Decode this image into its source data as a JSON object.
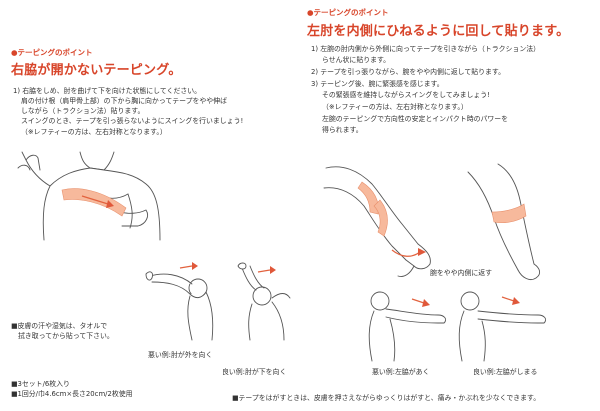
{
  "left": {
    "point_label": "●テーピングのポイント",
    "title": "右脇が開かないテーピング。",
    "steps": [
      "1) 右脇をしめ、肘を曲げて下を向けた状態にしてください。",
      "肩の付け根（肩甲骨上部）の下から胸に向かってテープをやや伸ば",
      "しながら（トラクション法）貼ります。",
      "スイングのとき、テープを引っ張らないようにスイングを行いましょう!",
      "（※レフティーの方は、左右対称となります。）"
    ],
    "bad_caption": "悪い例:肘が外を向く",
    "good_caption": "良い例:肘が下を向く",
    "notes": [
      "■皮膚の汗や湿気は、タオルで",
      "拭き取ってから貼って下さい。",
      "■3セット/6枚入り",
      "■1回分/巾4.6cm×長さ20cm/2枚使用"
    ]
  },
  "right": {
    "point_label": "●テーピングのポイント",
    "title": "左肘を内側にひねるように回して貼ります。",
    "steps": [
      "1) 左腕の肘内側から外側に向ってテープを引きながら（トラクション法）",
      "らせん状に貼ります。",
      "2) テープを引っ張りながら、腕をやや内側に返して貼ります。",
      "3) テーピング後、腕に緊張感を感じます。",
      "その緊張感を維持しながらスイングをしてみましょう!",
      "（※レフティーの方は、左右対称となります。）",
      "左腕のテーピングで方向性の安定とインパクト時のパワーを",
      "得られます。"
    ],
    "arm_caption": "腕をやや内側に返す",
    "bad_caption": "悪い例:左脇があく",
    "good_caption": "良い例:左脇がしまる",
    "footer_note": "■テープをはがすときは、皮膚を押さえながらゆっくりはがすと、痛み・かぶれを少なくできます。"
  },
  "colors": {
    "accent": "#d8452a",
    "tape": "#f7b99c",
    "arrow": "#e0583a"
  }
}
